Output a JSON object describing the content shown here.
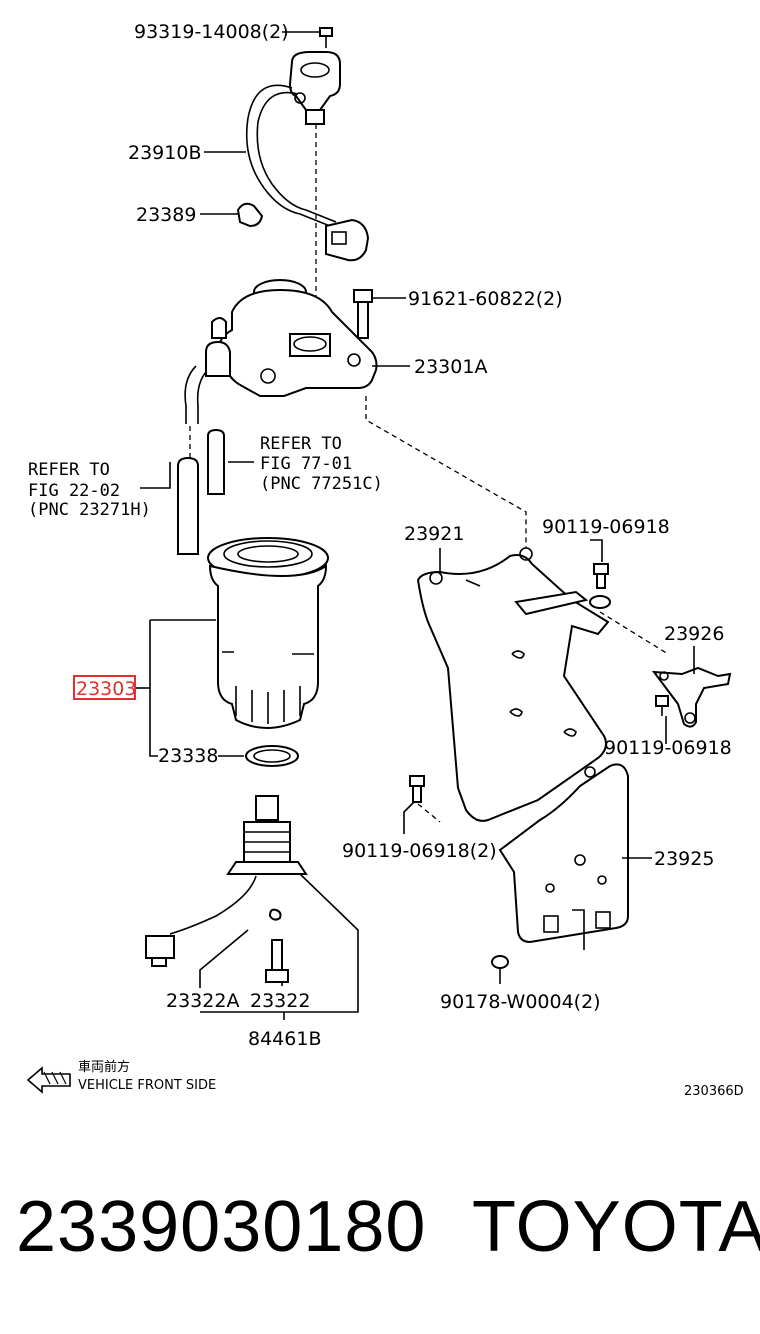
{
  "labels": {
    "l_93319": "93319-14008(2)",
    "l_23910b": "23910B",
    "l_23389": "23389",
    "l_91621": "91621-60822(2)",
    "l_23301a": "23301A",
    "refer1_line1": "REFER TO",
    "refer1_line2": "FIG 22-02",
    "refer1_line3": "(PNC 23271H)",
    "refer2_line1": "REFER TO",
    "refer2_line2": "FIG 77-01",
    "refer2_line3": "(PNC 77251C)",
    "l_23921": "23921",
    "l_90119_a": "90119-06918",
    "l_23926": "23926",
    "l_23303": "23303",
    "l_90119_b": "90119-06918",
    "l_23338": "23338",
    "l_90119_c": "90119-06918(2)",
    "l_23925": "23925",
    "l_23322a": "23322A",
    "l_23322": "23322",
    "l_90178": "90178-W0004(2)",
    "l_84461b": "84461B",
    "front_jp": "車両前方",
    "front_en": "VEHICLE FRONT SIDE",
    "drawing_code": "230366D"
  },
  "highlight_color": "#e03030",
  "footer": {
    "part_number": "2339030180",
    "brand": "TOYOTA"
  }
}
